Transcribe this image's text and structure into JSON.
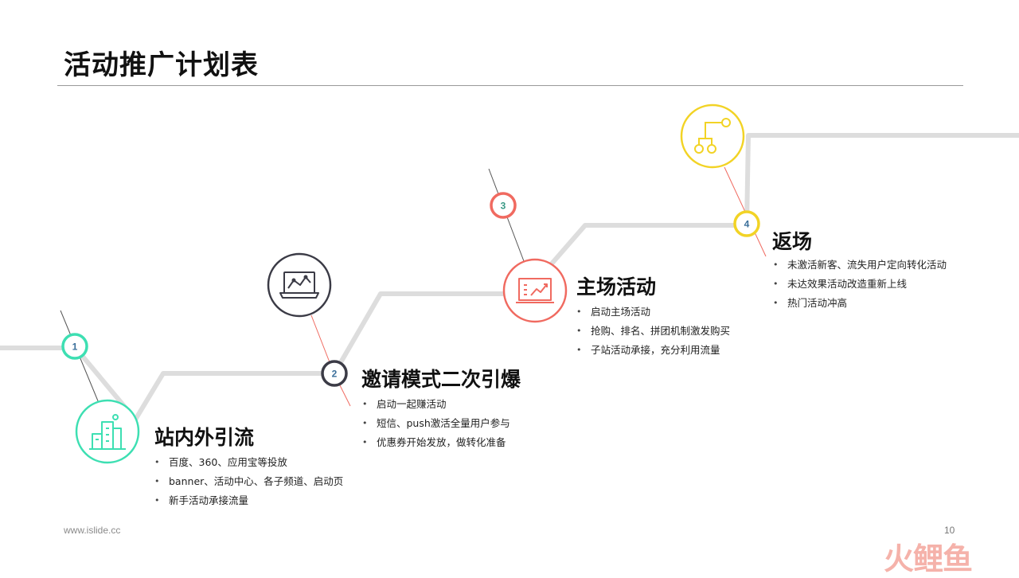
{
  "slide": {
    "title": "活动推广计划表",
    "footer_url": "www.islide.cc",
    "page_number": "10",
    "watermark": "火鲤鱼"
  },
  "colors": {
    "step1": "#3ddfb2",
    "step2": "#3b3b46",
    "step3": "#f06a60",
    "step4": "#f2d325",
    "track": "#dddddd"
  },
  "steps": [
    {
      "number": "1",
      "title": "站内外引流",
      "icon": "buildings-icon",
      "bullets": [
        "百度、360、应用宝等投放",
        "banner、活动中心、各子频道、启动页",
        "新手活动承接流量"
      ]
    },
    {
      "number": "2",
      "title": "邀请模式二次引爆",
      "icon": "laptop-chart-icon",
      "bullets": [
        "启动一起赚活动",
        "短信、push激活全量用户参与",
        "优惠券开始发放，做转化准备"
      ]
    },
    {
      "number": "3",
      "title": "主场活动",
      "icon": "presentation-chart-icon",
      "bullets": [
        "启动主场活动",
        "抢购、排名、拼团机制激发购买",
        "子站活动承接，充分利用流量"
      ]
    },
    {
      "number": "4",
      "title": "返场",
      "icon": "branch-flow-icon",
      "bullets": [
        "未激活新客、流失用户定向转化活动",
        "未达效果活动改造重新上线",
        "热门活动冲高"
      ]
    }
  ]
}
